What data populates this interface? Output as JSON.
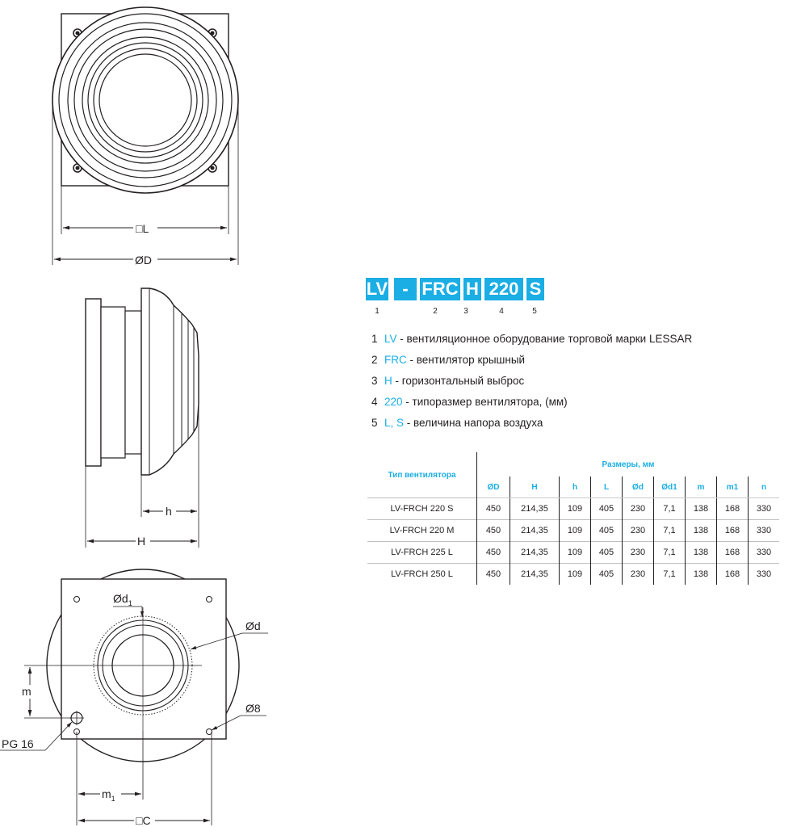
{
  "drawing_labels": {
    "dim_L": "□L",
    "dim_D": "ØD",
    "dim_h": "h",
    "dim_H": "H",
    "dim_d1": "Ød",
    "dim_d1_sub": "1",
    "dim_d": "Ød",
    "dim_m": "m",
    "dim_8": "Ø8",
    "dim_pg": "PG 16",
    "dim_m1": "m",
    "dim_m1_sub": "1",
    "dim_C": "□C"
  },
  "model_code": {
    "parts": [
      {
        "text": "LV",
        "num": "1"
      },
      {
        "text": "-",
        "num": ""
      },
      {
        "text": "FRC",
        "num": "2"
      },
      {
        "text": "H",
        "num": "3"
      },
      {
        "text": "220",
        "num": "4"
      },
      {
        "text": "S",
        "num": "5"
      }
    ]
  },
  "legend": [
    {
      "num": "1",
      "key": "LV",
      "desc": " - вентиляционное оборудование торговой марки LESSAR"
    },
    {
      "num": "2",
      "key": "FRC",
      "desc": " - вентилятор крышный"
    },
    {
      "num": "3",
      "key": "H",
      "desc": " - горизонтальный выброс"
    },
    {
      "num": "4",
      "key": "220",
      "desc": " - типоразмер вентилятора, (мм)"
    },
    {
      "num": "5",
      "key": "L, S",
      "desc": " - величина напора воздуха"
    }
  ],
  "table": {
    "type_header": "Тип вентилятора",
    "group_header": "Размеры, мм",
    "columns": [
      "ØD",
      "H",
      "h",
      "L",
      "Ød",
      "Ød1",
      "m",
      "m1",
      "n"
    ],
    "rows": [
      [
        "LV-FRCH 220 S",
        "450",
        "214,35",
        "109",
        "405",
        "230",
        "7,1",
        "138",
        "168",
        "330"
      ],
      [
        "LV-FRCH 220 M",
        "450",
        "214,35",
        "109",
        "405",
        "230",
        "7,1",
        "138",
        "168",
        "330"
      ],
      [
        "LV-FRCH 225 L",
        "450",
        "214,35",
        "109",
        "405",
        "230",
        "7,1",
        "138",
        "168",
        "330"
      ],
      [
        "LV-FRCH 250 L",
        "450",
        "214,35",
        "109",
        "405",
        "230",
        "7,1",
        "138",
        "168",
        "330"
      ]
    ]
  },
  "colors": {
    "accent": "#1aaee4",
    "ink": "#231f20"
  }
}
